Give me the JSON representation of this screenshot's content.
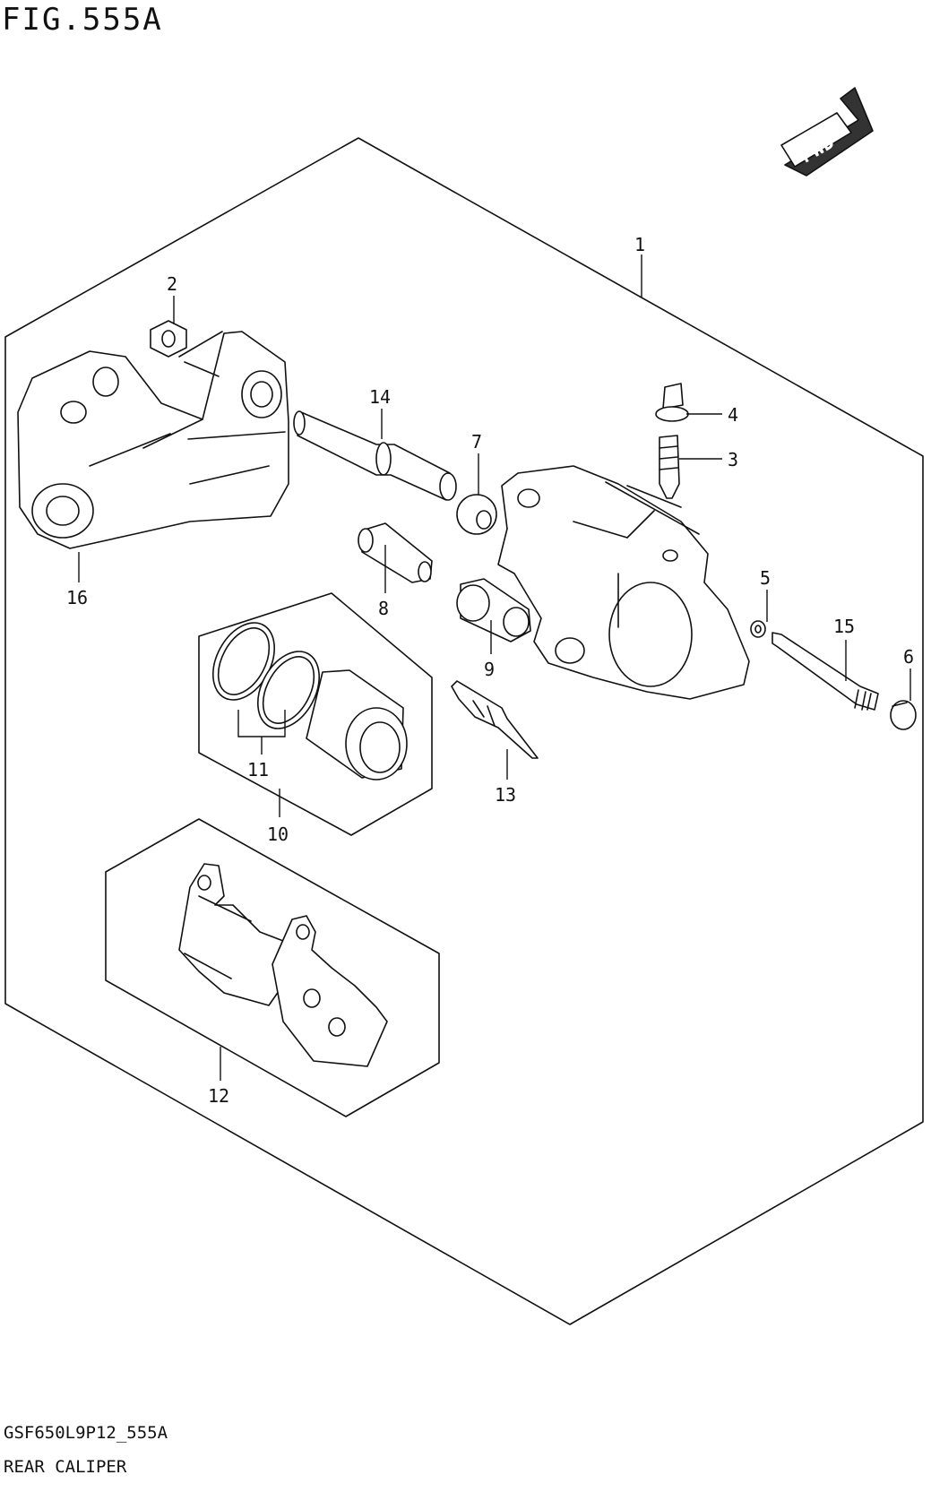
{
  "figure": {
    "title": "FIG.555A",
    "code": "GSF650L9P12_555A",
    "name": "REAR CALIPER",
    "fwd_label": "FWD"
  },
  "callouts": [
    {
      "id": "1",
      "label": "1"
    },
    {
      "id": "2",
      "label": "2"
    },
    {
      "id": "3",
      "label": "3"
    },
    {
      "id": "4",
      "label": "4"
    },
    {
      "id": "5",
      "label": "5"
    },
    {
      "id": "6",
      "label": "6"
    },
    {
      "id": "7",
      "label": "7"
    },
    {
      "id": "8",
      "label": "8"
    },
    {
      "id": "9",
      "label": "9"
    },
    {
      "id": "10",
      "label": "10"
    },
    {
      "id": "11",
      "label": "11"
    },
    {
      "id": "12",
      "label": "12"
    },
    {
      "id": "13",
      "label": "13"
    },
    {
      "id": "14",
      "label": "14"
    },
    {
      "id": "15",
      "label": "15"
    },
    {
      "id": "16",
      "label": "16"
    }
  ],
  "icons": {
    "fwd": "forward-arrow-icon"
  }
}
